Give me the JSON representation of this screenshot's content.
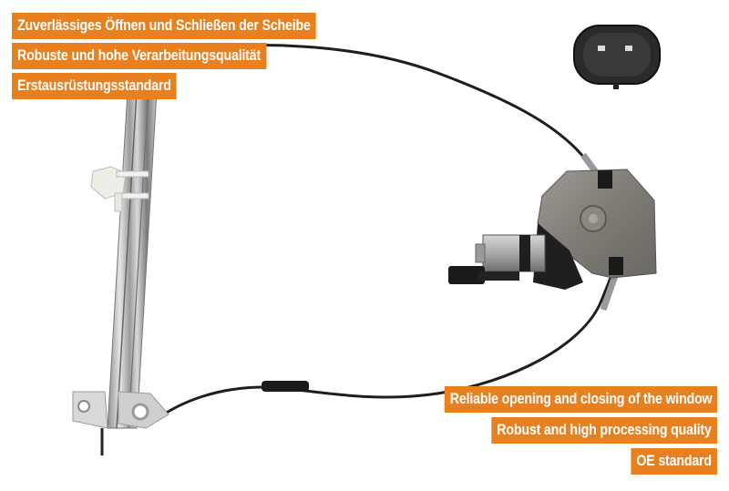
{
  "product": {
    "type": "electric window regulator with motor",
    "parts": [
      "guide-rail",
      "glass-clip",
      "cable",
      "motor-gearbox",
      "motor-connector",
      "connector-plug"
    ]
  },
  "labels_de": [
    "Zuverlässiges Öffnen und Schließen der Scheibe",
    "Robuste und hohe Verarbeitungsqualität",
    "Erstausrüstungsstandard"
  ],
  "labels_en": [
    "Reliable opening and closing of the window",
    "Robust and high processing quality",
    "OE standard"
  ],
  "colors": {
    "label_background": "#E8801F",
    "label_text": "#FFFFFF",
    "background": "#FFFFFF"
  }
}
